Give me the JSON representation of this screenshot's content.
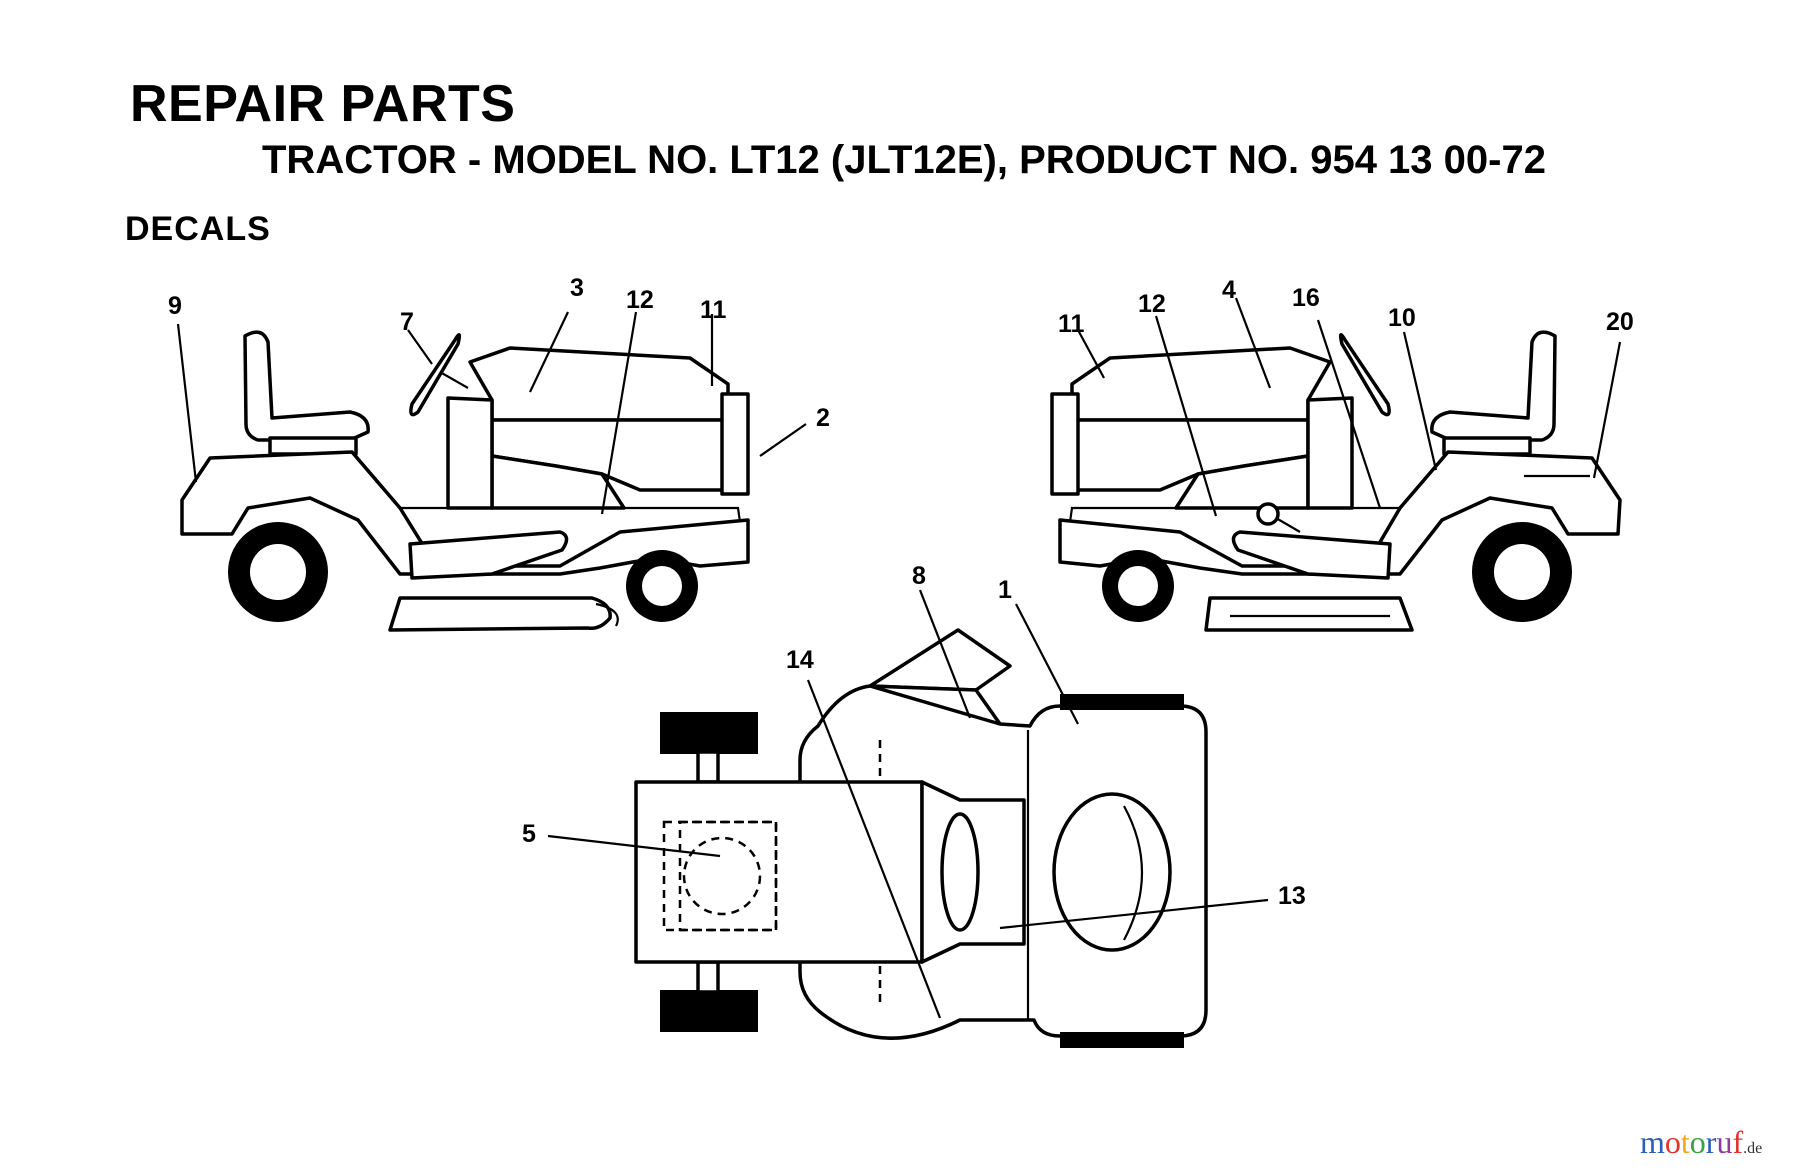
{
  "header": {
    "title": "REPAIR PARTS",
    "subtitle": "TRACTOR - MODEL NO. LT12 (JLT12E), PRODUCT NO. 954 13 00-72",
    "section": "DECALS"
  },
  "callouts": {
    "left_view": [
      "9",
      "7",
      "3",
      "12",
      "11",
      "2"
    ],
    "right_view": [
      "11",
      "12",
      "4",
      "16",
      "10",
      "20"
    ],
    "top_view": [
      "8",
      "1",
      "14",
      "5",
      "13"
    ]
  },
  "watermark": {
    "text": "motoruf",
    "domain": ".de",
    "colors": [
      "#2b5fb5",
      "#e4312b",
      "#f4a51b",
      "#3aa141",
      "#2b5fb5",
      "#8d3c9b",
      "#e4312b"
    ]
  }
}
